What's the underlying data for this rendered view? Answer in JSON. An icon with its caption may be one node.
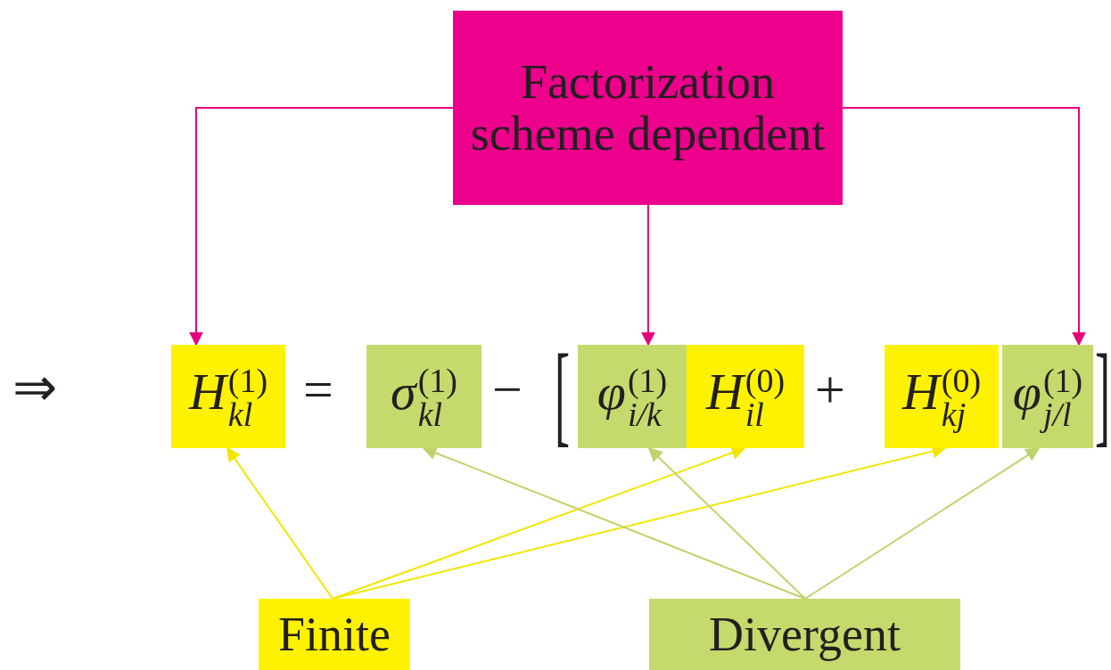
{
  "diagram": {
    "nodes": [
      {
        "text": [
          "Factorization scheme dependent"
        ]
      },
      {
        "text": [
          "H$^{(1)}$$_{kl}$"
        ]
      },
      {
        "text": [
          "σ$^{(1)}$$_{kl}$"
        ]
      },
      {
        "text": [
          "φ$^{(1)}$$_{i/k}$"
        ]
      },
      {
        "text": [
          "H$^{(0)}$$_{il}$"
        ]
      },
      {
        "text": [
          "H$^{(0)}$$_{kj}$"
        ]
      },
      {
        "text": [
          "φ$^{(1)}$$_{j/l}$"
        ]
      },
      {
        "text": [
          "Finite"
        ]
      },
      {
        "text": [
          "Divergent"
        ]
      }
    ],
    "edges": [
      {
        "from": 0,
        "to": 1,
        "arrow": "to",
        "color": "#e6007e"
      },
      {
        "from": 0,
        "to": 3,
        "arrow": "to",
        "color": "#e6007e"
      },
      {
        "from": 0,
        "to": 6,
        "arrow": "to",
        "color": "#e6007e"
      },
      {
        "from": 7,
        "to": 1,
        "arrow": "to",
        "color": "#f2e600"
      },
      {
        "from": 7,
        "to": 4,
        "arrow": "to",
        "color": "#f2e600"
      },
      {
        "from": 7,
        "to": 5,
        "arrow": "to",
        "color": "#f2e600"
      },
      {
        "from": 8,
        "to": 2,
        "arrow": "to",
        "color": "#bcd46a"
      },
      {
        "from": 8,
        "to": 3,
        "arrow": "to",
        "color": "#bcd46a"
      },
      {
        "from": 8,
        "to": 6,
        "arrow": "to",
        "color": "#bcd46a"
      }
    ],
    "labels": [
      "⇒",
      "=",
      "−",
      "[",
      "+",
      "]"
    ]
  }
}
